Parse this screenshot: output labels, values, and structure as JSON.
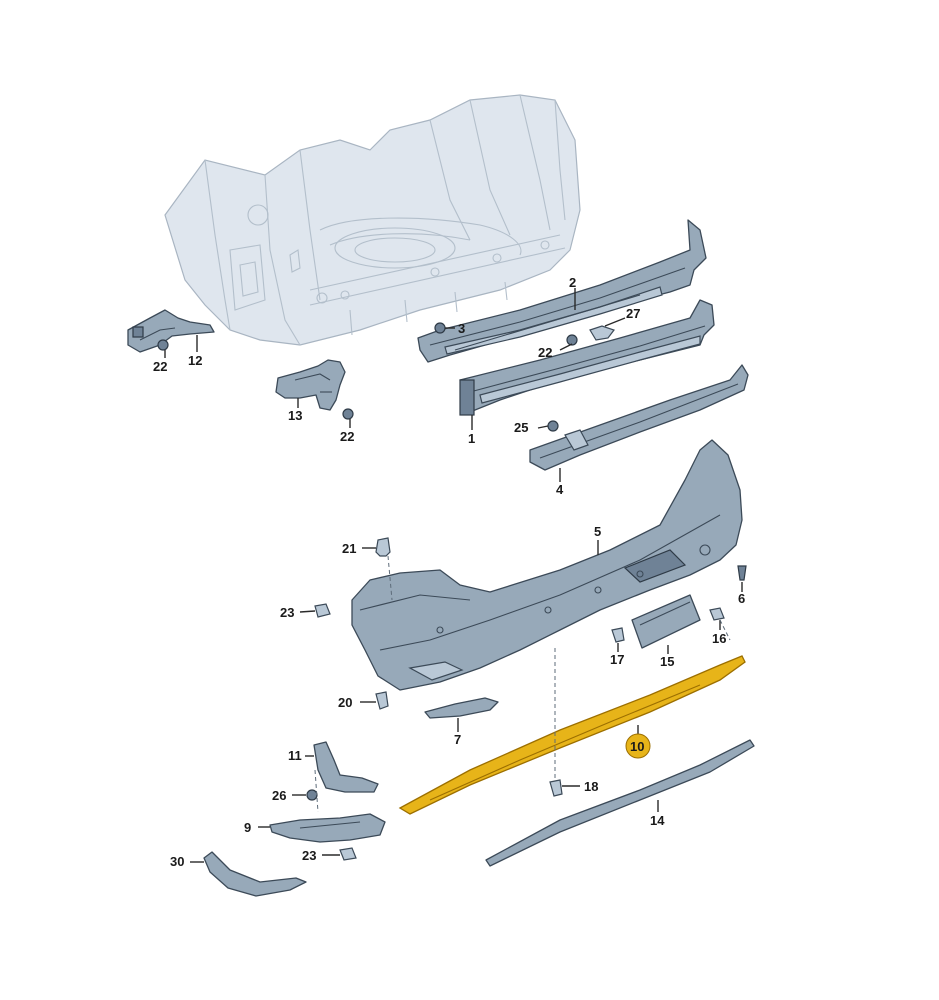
{
  "diagram": {
    "highlight_color": "#e7b419",
    "highlighted_part": "10",
    "callouts": [
      {
        "id": "c2",
        "label": "2"
      },
      {
        "id": "c3",
        "label": "3"
      },
      {
        "id": "c27",
        "label": "27"
      },
      {
        "id": "c22a",
        "label": "22"
      },
      {
        "id": "c22b",
        "label": "22"
      },
      {
        "id": "c22c",
        "label": "22"
      },
      {
        "id": "c12",
        "label": "12"
      },
      {
        "id": "c13",
        "label": "13"
      },
      {
        "id": "c1",
        "label": "1"
      },
      {
        "id": "c25",
        "label": "25"
      },
      {
        "id": "c4",
        "label": "4"
      },
      {
        "id": "c5",
        "label": "5"
      },
      {
        "id": "c21",
        "label": "21"
      },
      {
        "id": "c6",
        "label": "6"
      },
      {
        "id": "c23a",
        "label": "23"
      },
      {
        "id": "c16",
        "label": "16"
      },
      {
        "id": "c17",
        "label": "17"
      },
      {
        "id": "c15",
        "label": "15"
      },
      {
        "id": "c20",
        "label": "20"
      },
      {
        "id": "c7",
        "label": "7"
      },
      {
        "id": "c10",
        "label": "10"
      },
      {
        "id": "c11",
        "label": "11"
      },
      {
        "id": "c18",
        "label": "18"
      },
      {
        "id": "c26",
        "label": "26"
      },
      {
        "id": "c9",
        "label": "9"
      },
      {
        "id": "c14",
        "label": "14"
      },
      {
        "id": "c23b",
        "label": "23"
      },
      {
        "id": "c30",
        "label": "30"
      }
    ]
  }
}
